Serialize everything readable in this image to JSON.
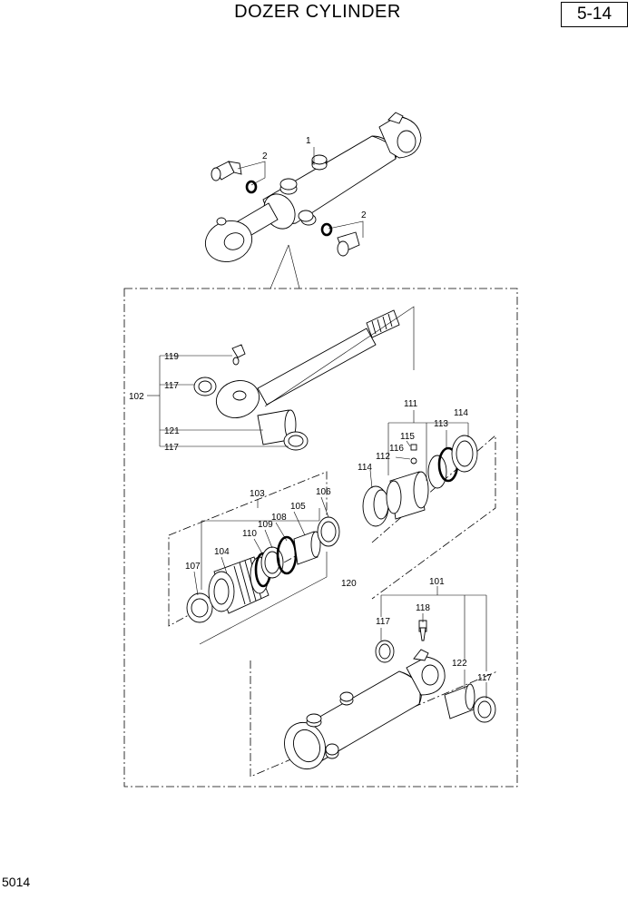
{
  "header": {
    "title": "DOZER CYLINDER",
    "page_number": "5-14"
  },
  "footer": {
    "code": "5014"
  },
  "callouts": {
    "c1": "1",
    "c2a": "2",
    "c2b": "2",
    "c119": "119",
    "c117a": "117",
    "c102": "102",
    "c121": "121",
    "c117b": "117",
    "c111": "111",
    "c115": "115",
    "c116": "116",
    "c112": "112",
    "c113": "113",
    "c114a": "114",
    "c114b": "114",
    "c103": "103",
    "c106": "106",
    "c105": "105",
    "c108": "108",
    "c109": "109",
    "c110": "110",
    "c107": "107",
    "c104": "104",
    "c120": "120",
    "c101": "101",
    "c118": "118",
    "c117c": "117",
    "c122": "122",
    "c117d": "117"
  }
}
